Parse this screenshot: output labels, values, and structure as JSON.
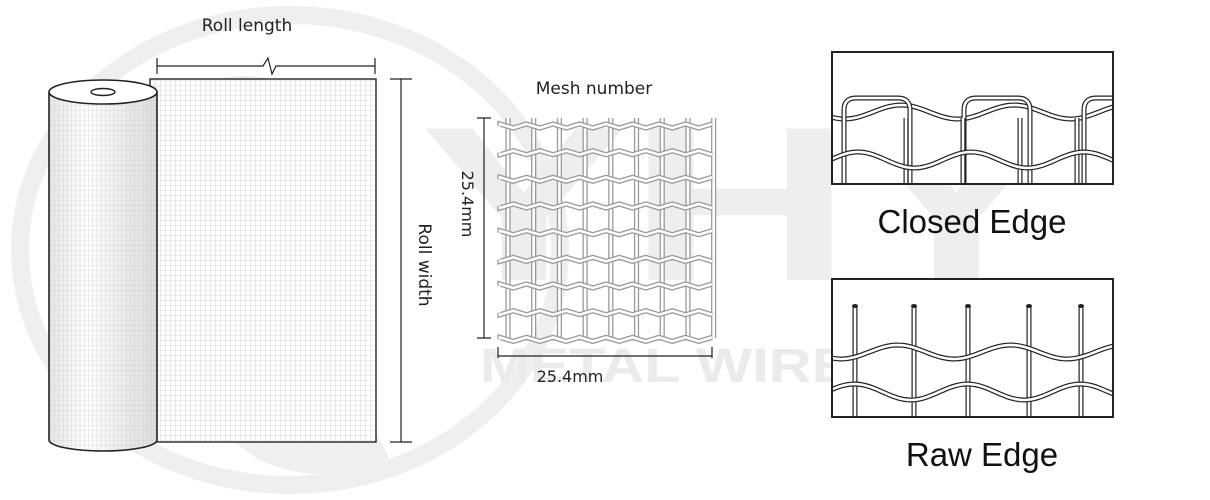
{
  "labels": {
    "roll_length": "Roll length",
    "roll_width": "Roll width",
    "mesh_number": "Mesh number",
    "dim_vertical": "25.4mm",
    "dim_horizontal": "25.4mm",
    "closed_edge": "Closed Edge",
    "raw_edge": "Raw Edge"
  },
  "watermark": {
    "logo_text": "YHY",
    "tagline": "METAL WIRE MESH"
  },
  "colors": {
    "line": "#222222",
    "mesh_wire": "#9a9a9a",
    "watermark": "#ececec"
  }
}
